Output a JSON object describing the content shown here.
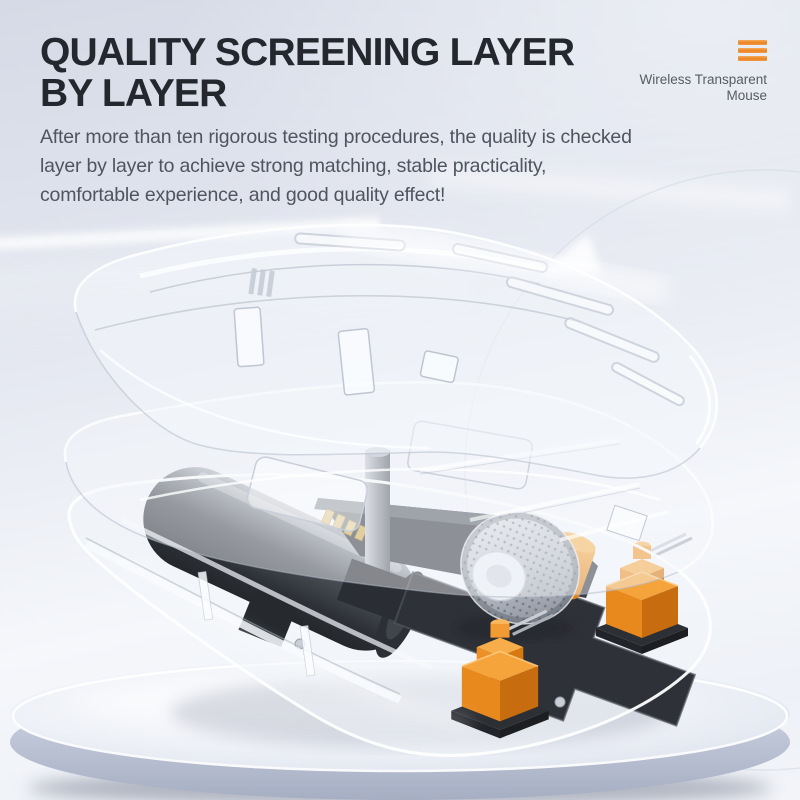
{
  "header": {
    "title_line1": "QUALITY SCREENING LAYER",
    "title_line2": "BY LAYER",
    "description_lines": [
      "After more than ten rigorous testing procedures, the quality is checked",
      "layer by layer to achieve strong matching, stable practicality,",
      "comfortable experience, and good quality effect!"
    ]
  },
  "brand": {
    "icon": "orange-triple-bars-icon",
    "label_line1": "Wireless Transparent",
    "label_line2": "Mouse"
  },
  "illustration": {
    "alt": "Exploded view of a transparent wireless mouse: clear top shell, clear button layer and clear base containing a battery, knurled scroll wheel, dark PCB plate and orange micro switches, floating above a round silver pedestal",
    "parts": [
      "top-shell",
      "button-layer",
      "base-shell",
      "battery",
      "scroll-wheel",
      "encoder",
      "micro-switch",
      "pcb-plate",
      "pedestal"
    ]
  },
  "colors": {
    "accent_orange": "#EE8A22",
    "title_text": "#24272E",
    "body_text": "#4F5560",
    "background_top": "#D5DAE6",
    "background_bottom": "#F2F4F9"
  }
}
